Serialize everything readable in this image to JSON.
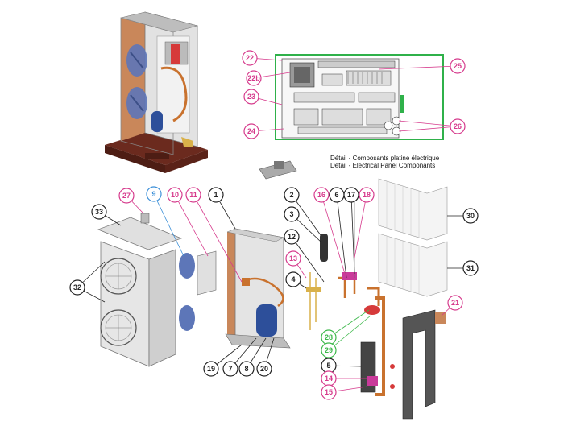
{
  "detail_caption": {
    "fr": "Détail - Composants platine électrique",
    "en": "Détail - Electrical Panel Componants"
  },
  "callouts": [
    {
      "id": "22",
      "label": "22",
      "color": "#d63a8c"
    },
    {
      "id": "22b",
      "label": "22b",
      "color": "#d63a8c"
    },
    {
      "id": "23",
      "label": "23",
      "color": "#d63a8c"
    },
    {
      "id": "24",
      "label": "24",
      "color": "#d63a8c"
    },
    {
      "id": "25",
      "label": "25",
      "color": "#d63a8c"
    },
    {
      "id": "26",
      "label": "26",
      "color": "#d63a8c"
    },
    {
      "id": "27",
      "label": "27",
      "color": "#d63a8c"
    },
    {
      "id": "9",
      "label": "9",
      "color": "#3b8fd8"
    },
    {
      "id": "10",
      "label": "10",
      "color": "#d63a8c"
    },
    {
      "id": "11",
      "label": "11",
      "color": "#d63a8c"
    },
    {
      "id": "1",
      "label": "1",
      "color": "#222222"
    },
    {
      "id": "33",
      "label": "33",
      "color": "#222222"
    },
    {
      "id": "32",
      "label": "32",
      "color": "#222222"
    },
    {
      "id": "2",
      "label": "2",
      "color": "#222222"
    },
    {
      "id": "3",
      "label": "3",
      "color": "#222222"
    },
    {
      "id": "12",
      "label": "12",
      "color": "#222222"
    },
    {
      "id": "13",
      "label": "13",
      "color": "#d63a8c"
    },
    {
      "id": "4",
      "label": "4",
      "color": "#222222"
    },
    {
      "id": "16",
      "label": "16",
      "color": "#d63a8c"
    },
    {
      "id": "6",
      "label": "6",
      "color": "#222222"
    },
    {
      "id": "17",
      "label": "17",
      "color": "#222222"
    },
    {
      "id": "18",
      "label": "18",
      "color": "#d63a8c"
    },
    {
      "id": "30",
      "label": "30",
      "color": "#222222"
    },
    {
      "id": "31",
      "label": "31",
      "color": "#222222"
    },
    {
      "id": "21",
      "label": "21",
      "color": "#d63a8c"
    },
    {
      "id": "28",
      "label": "28",
      "color": "#3cb84a"
    },
    {
      "id": "29",
      "label": "29",
      "color": "#3cb84a"
    },
    {
      "id": "5",
      "label": "5",
      "color": "#222222"
    },
    {
      "id": "14",
      "label": "14",
      "color": "#d63a8c"
    },
    {
      "id": "15",
      "label": "15",
      "color": "#d63a8c"
    },
    {
      "id": "19",
      "label": "19",
      "color": "#222222"
    },
    {
      "id": "7",
      "label": "7",
      "color": "#222222"
    },
    {
      "id": "8",
      "label": "8",
      "color": "#222222"
    },
    {
      "id": "20",
      "label": "20",
      "color": "#222222"
    }
  ],
  "colors": {
    "panel_border": "#2fb14a",
    "pallet": "#6b2a1e",
    "casing": "#d9d9d9",
    "insulation": "#c9875a",
    "fan_blade": "#5d76b8",
    "compressor": "#2d4f9a",
    "copper": "#c9722e",
    "outline": "#444444"
  }
}
